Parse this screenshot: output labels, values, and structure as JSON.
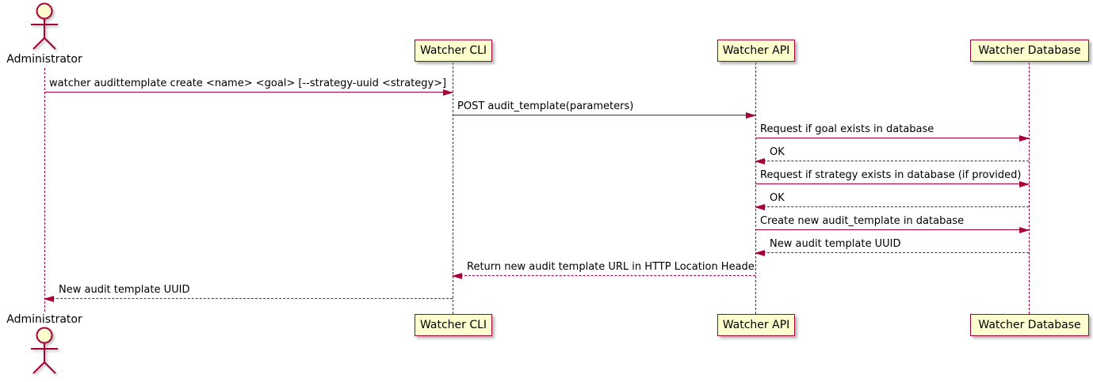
{
  "colors": {
    "accent": "#A80036",
    "participant_fill": "#FEFECE",
    "text": "#000000",
    "background": "#FFFFFF"
  },
  "participants": [
    {
      "id": "administrator",
      "label": "Administrator",
      "kind": "actor"
    },
    {
      "id": "watcher-cli",
      "label": "Watcher CLI",
      "kind": "participant"
    },
    {
      "id": "watcher-api",
      "label": "Watcher API",
      "kind": "participant"
    },
    {
      "id": "watcher-database",
      "label": "Watcher Database",
      "kind": "participant"
    }
  ],
  "messages": [
    {
      "from": "administrator",
      "to": "watcher-cli",
      "text": "watcher audittemplate create <name> <goal> [--strategy-uuid <strategy>]",
      "line": "solid"
    },
    {
      "from": "watcher-cli",
      "to": "watcher-api",
      "text": "POST audit_template(parameters)",
      "line": "solid"
    },
    {
      "from": "watcher-api",
      "to": "watcher-database",
      "text": "Request if goal exists in database",
      "line": "solid"
    },
    {
      "from": "watcher-database",
      "to": "watcher-api",
      "text": "OK",
      "line": "dashed"
    },
    {
      "from": "watcher-api",
      "to": "watcher-database",
      "text": "Request if strategy exists in database (if provided)",
      "line": "solid"
    },
    {
      "from": "watcher-database",
      "to": "watcher-api",
      "text": "OK",
      "line": "dashed"
    },
    {
      "from": "watcher-api",
      "to": "watcher-database",
      "text": "Create new audit_template in database",
      "line": "solid"
    },
    {
      "from": "watcher-database",
      "to": "watcher-api",
      "text": "New audit template UUID",
      "line": "dashed"
    },
    {
      "from": "watcher-api",
      "to": "watcher-cli",
      "text": "Return new audit template URL in HTTP Location Header",
      "line": "dashed"
    },
    {
      "from": "watcher-cli",
      "to": "administrator",
      "text": "New audit template UUID",
      "line": "dashed"
    }
  ]
}
